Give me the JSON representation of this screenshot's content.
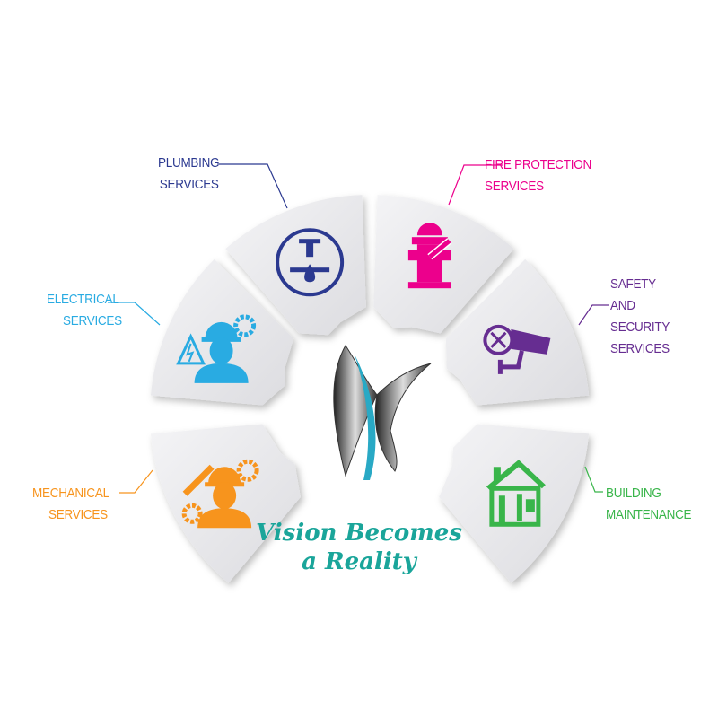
{
  "services": [
    {
      "id": "plumbing",
      "lines": [
        "PLUMBING",
        "SERVICES"
      ],
      "color": "#2b3990",
      "icon": "faucet-wrench-icon"
    },
    {
      "id": "fire",
      "lines": [
        "FIRE PROTECTION",
        "SERVICES"
      ],
      "color": "#ec008c",
      "icon": "fire-hydrant-wrench-icon"
    },
    {
      "id": "safety",
      "lines": [
        "SAFETY",
        "AND",
        "SECURITY",
        "SERVICES"
      ],
      "color": "#662d91",
      "icon": "security-camera-icon"
    },
    {
      "id": "building",
      "lines": [
        "BUILDING",
        "MAINTENANCE"
      ],
      "color": "#39b54a",
      "icon": "house-tools-icon"
    },
    {
      "id": "mechanical",
      "lines": [
        "MECHANICAL",
        "SERVICES"
      ],
      "color": "#f7941d",
      "icon": "mechanic-worker-icon"
    },
    {
      "id": "electrical",
      "lines": [
        "ELECTRICAL",
        "SERVICES"
      ],
      "color": "#29abe2",
      "icon": "electrician-worker-icon"
    }
  ],
  "tagline": {
    "line1": "Vision Becomes",
    "line2": "a Reality",
    "color": "#1aa59a"
  }
}
